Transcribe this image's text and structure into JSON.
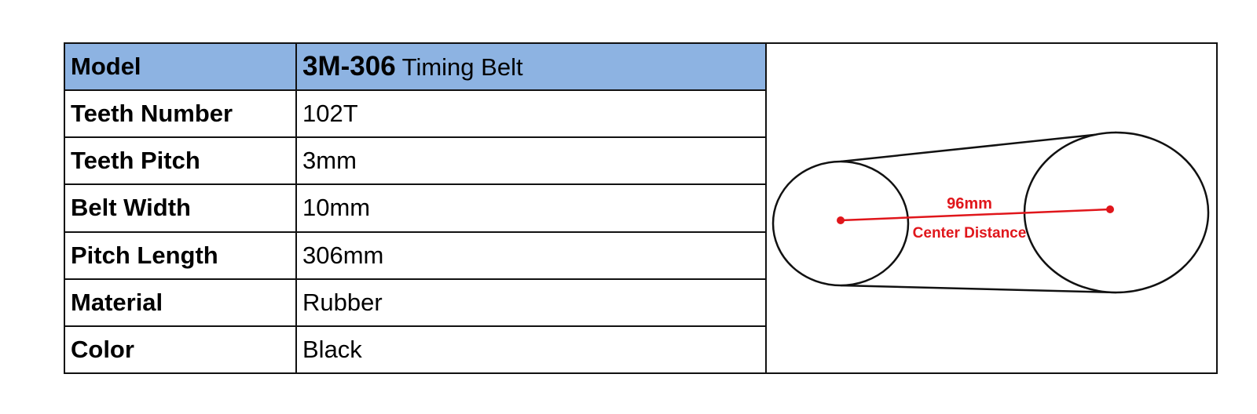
{
  "spec_table": {
    "model": {
      "label": "Model",
      "code": "3M-306",
      "name": "Timing Belt"
    },
    "rows": [
      {
        "label": "Teeth Number",
        "value": "102T"
      },
      {
        "label": "Teeth Pitch",
        "value": "3mm"
      },
      {
        "label": "Belt Width",
        "value": "10mm"
      },
      {
        "label": "Pitch Length",
        "value": "306mm"
      },
      {
        "label": "Material",
        "value": "Rubber"
      },
      {
        "label": "Color",
        "value": "Black"
      }
    ],
    "header_color": "#8db3e2"
  },
  "diagram": {
    "center_distance_value": "96mm",
    "center_distance_label": "Center Distance",
    "dimension_color": "#e0161b"
  }
}
